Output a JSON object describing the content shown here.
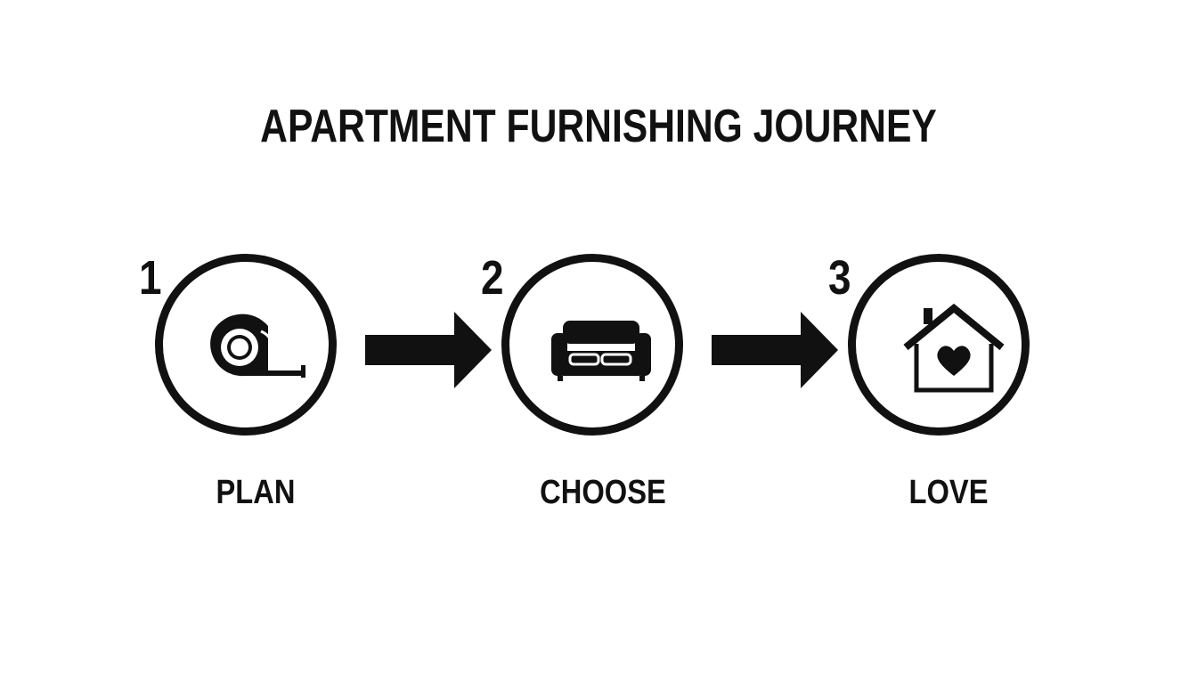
{
  "diagram": {
    "title": "APARTMENT FURNISHING JOURNEY",
    "steps": [
      {
        "number": "1",
        "label": "PLAN",
        "icon": "tape-measure-icon"
      },
      {
        "number": "2",
        "label": "CHOOSE",
        "icon": "sofa-icon"
      },
      {
        "number": "3",
        "label": "LOVE",
        "icon": "house-heart-icon"
      }
    ],
    "colors": {
      "ink": "#111111",
      "background": "#ffffff"
    }
  }
}
